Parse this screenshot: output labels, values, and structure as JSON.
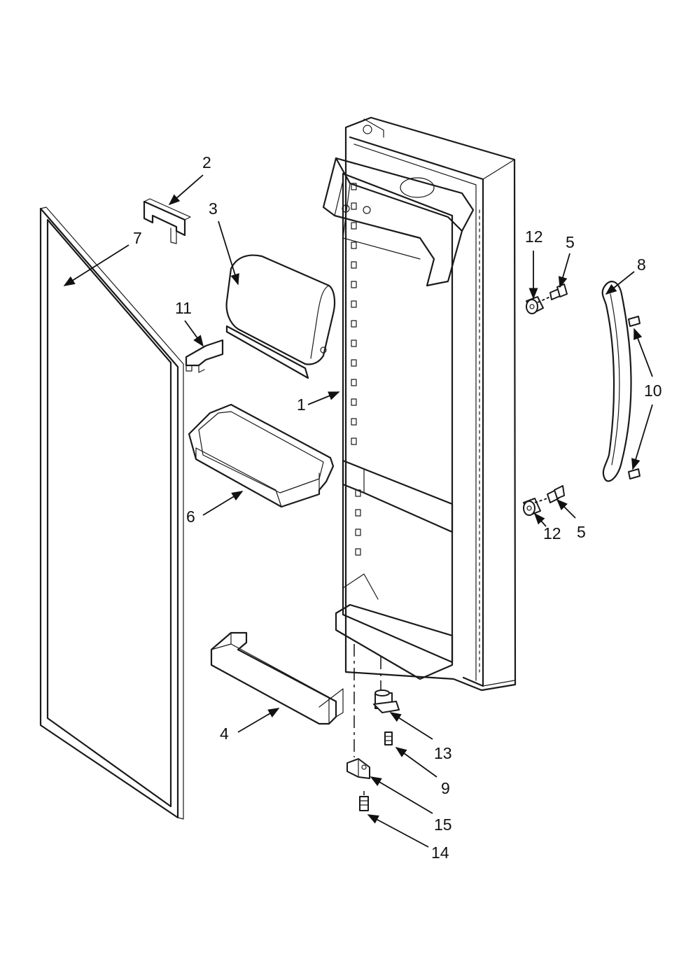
{
  "callouts": {
    "c1": "1",
    "c2": "2",
    "c3": "3",
    "c4": "4",
    "c5a": "5",
    "c5b": "5",
    "c6": "6",
    "c7": "7",
    "c8": "8",
    "c9": "9",
    "c10": "10",
    "c11": "11",
    "c12a": "12",
    "c12b": "12",
    "c13": "13",
    "c14": "14",
    "c15": "15"
  }
}
